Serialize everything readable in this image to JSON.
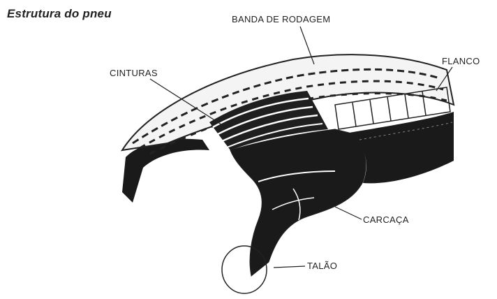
{
  "title": "Estrutura do pneu",
  "labels": {
    "banda": "BANDA DE RODAGEM",
    "flanco": "FLANCO",
    "cinturas": "CINTURAS",
    "carcaca": "CARCAÇA",
    "talao": "TALÃO"
  },
  "colors": {
    "ink": "#222222",
    "dark_rubber": "#1a1a1a",
    "paper": "#ffffff"
  }
}
